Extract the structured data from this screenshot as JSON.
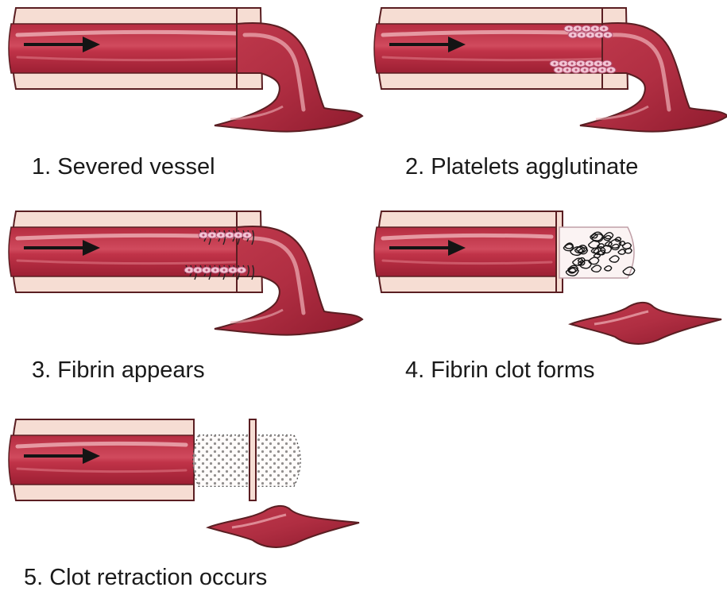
{
  "colors": {
    "wall_outer": "#f6ddd3",
    "wall_stroke": "#5a1e22",
    "blood_dark": "#a9263a",
    "blood_mid": "#c33a4d",
    "blood_light": "#de7684",
    "highlight": "#efb1b8",
    "platelet": "#f4c6d6",
    "arrow": "#141414"
  },
  "steps": [
    {
      "label": "1. Severed vessel",
      "stage": "severed"
    },
    {
      "label": "2. Platelets agglutinate",
      "stage": "platelets"
    },
    {
      "label": "3. Fibrin appears",
      "stage": "fibrin"
    },
    {
      "label": "4. Fibrin clot forms",
      "stage": "clot"
    },
    {
      "label": "5. Clot retraction occurs",
      "stage": "retraction"
    }
  ]
}
